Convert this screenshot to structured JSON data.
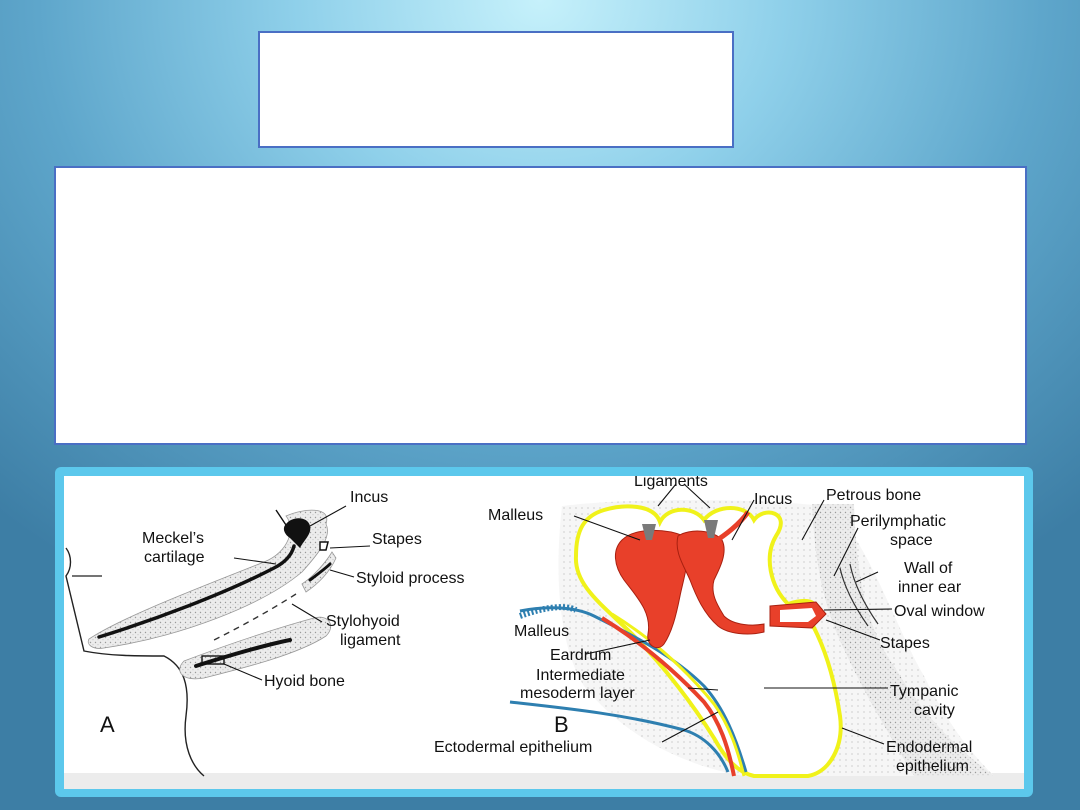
{
  "slide": {
    "colors": {
      "frame": "#5cc8ec",
      "bone_red": "#e8402a",
      "endoderm_yellow": "#f0f21a",
      "ectoderm_blue": "#2e7fb0"
    }
  },
  "figure": {
    "panel_a": {
      "letter": "A",
      "labels": {
        "incus": "Incus",
        "meckel_1": "Meckel’s",
        "meckel_2": "cartilage",
        "stapes": "Stapes",
        "styloid": "Styloid process",
        "stylohyoid_1": "Stylohyoid",
        "stylohyoid_2": "ligament",
        "hyoid": "Hyoid bone"
      }
    },
    "panel_b": {
      "letter": "B",
      "labels": {
        "ligaments": "Ligaments",
        "malleus_top": "Malleus",
        "incus": "Incus",
        "petrous": "Petrous bone",
        "perilymph_1": "Perilymphatic",
        "perilymph_2": "space",
        "wall_1": "Wall of",
        "wall_2": "inner ear",
        "oval": "Oval window",
        "malleus_left": "Malleus",
        "stapes": "Stapes",
        "eardrum": "Eardrum",
        "intermediate_1": "Intermediate",
        "intermediate_2": "mesoderm layer",
        "tympanic_1": "Tympanic",
        "tympanic_2": "cavity",
        "ectodermal": "Ectodermal epithelium",
        "endodermal_1": "Endodermal",
        "endodermal_2": "epithelium"
      }
    }
  }
}
